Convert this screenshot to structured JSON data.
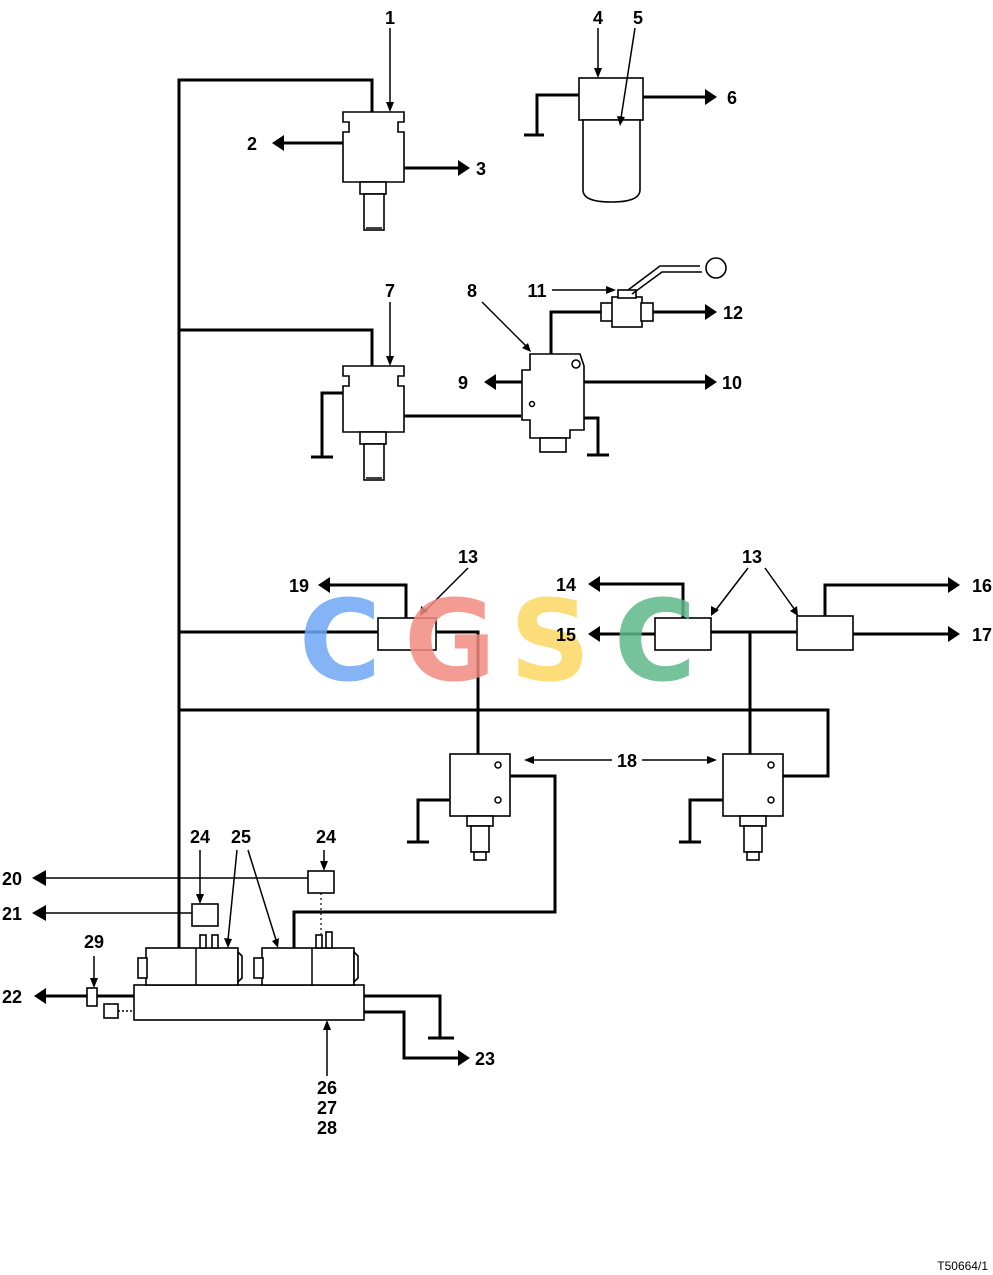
{
  "labels": {
    "c1": "1",
    "c2": "2",
    "c3": "3",
    "c4": "4",
    "c5": "5",
    "c6": "6",
    "c7": "7",
    "c8": "8",
    "c9": "9",
    "c10": "10",
    "c11": "11",
    "c12": "12",
    "c13a": "13",
    "c13b": "13",
    "c14": "14",
    "c15": "15",
    "c16": "16",
    "c17": "17",
    "c18": "18",
    "c19": "19",
    "c20": "20",
    "c21": "21",
    "c22": "22",
    "c23": "23",
    "c24a": "24",
    "c24b": "24",
    "c25": "25",
    "c26": "26",
    "c27": "27",
    "c28": "28",
    "c29": "29"
  },
  "watermark": {
    "letters": [
      "C",
      "G",
      "S",
      "C"
    ],
    "colors": [
      "#6fa8f5",
      "#f28b82",
      "#fdd663",
      "#5fb88a"
    ]
  },
  "reference": "T50664/1"
}
